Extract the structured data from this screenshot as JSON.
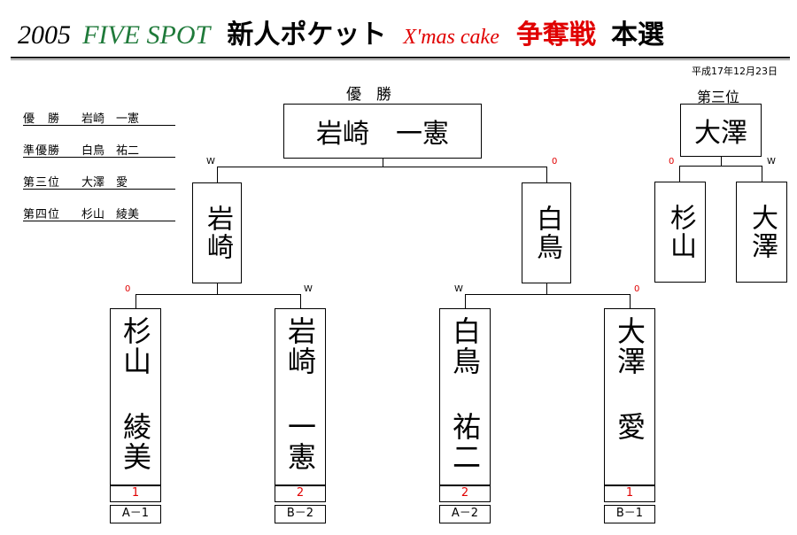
{
  "title": {
    "year": "2005",
    "five_spot": "FIVE SPOT",
    "part1": "新人ポケット",
    "xmas": "X'mas cake",
    "part2": "争奪戦",
    "part3": "本選"
  },
  "date": "平成17年12月23日",
  "results": [
    {
      "rank": "優　勝",
      "name": "岩崎　一憲"
    },
    {
      "rank": "準優勝",
      "name": "白鳥　祐二"
    },
    {
      "rank": "第三位",
      "name": "大澤　愛"
    },
    {
      "rank": "第四位",
      "name": "杉山　綾美"
    }
  ],
  "final": {
    "label": "優　勝",
    "winner": "岩崎　一憲"
  },
  "third_place": {
    "label": "第三位",
    "winner": "大澤",
    "left": {
      "name": "杉山",
      "mark": "0"
    },
    "right": {
      "name": "大澤",
      "mark": "W"
    }
  },
  "semifinal": {
    "left": {
      "name": "岩崎",
      "mark": "W"
    },
    "right": {
      "name": "白鳥",
      "mark": "0"
    }
  },
  "first_round": [
    {
      "surname": "杉山",
      "given": "綾美",
      "mark": "0",
      "seed": "1",
      "code": "A－1"
    },
    {
      "surname": "岩崎",
      "given": "一憲",
      "mark": "W",
      "seed": "2",
      "code": "B－2"
    },
    {
      "surname": "白鳥",
      "given": "祐二",
      "mark": "W",
      "seed": "2",
      "code": "A－2"
    },
    {
      "surname": "大澤",
      "given": "愛",
      "mark": "0",
      "seed": "1",
      "code": "B－1"
    }
  ],
  "colors": {
    "green": "#1f7a3a",
    "red": "#e00000"
  }
}
